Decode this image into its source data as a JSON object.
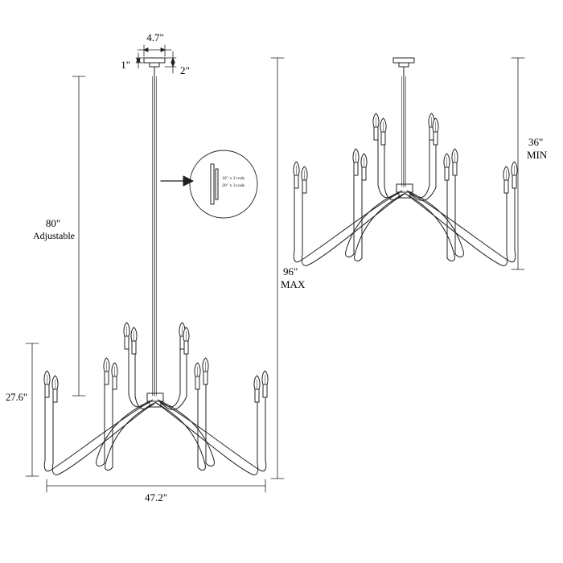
{
  "diagram": {
    "title": "chandelier-dimension-drawing",
    "stroke_color": "#231f20",
    "background": "#ffffff",
    "labels": {
      "canopy_width": "4.7\"",
      "canopy_height": "1\"",
      "canopy_drop": "2\"",
      "adjustable_length": "80\"",
      "adjustable_word": "Adjustable",
      "max_height": "96\"",
      "max_word": "MAX",
      "min_height": "36\"",
      "min_word": "MIN",
      "body_height": "27.6\"",
      "overall_width": "47.2\"",
      "callout_line1": "10\" x 2 rods",
      "callout_line2": "20\" x 3 rods"
    }
  }
}
